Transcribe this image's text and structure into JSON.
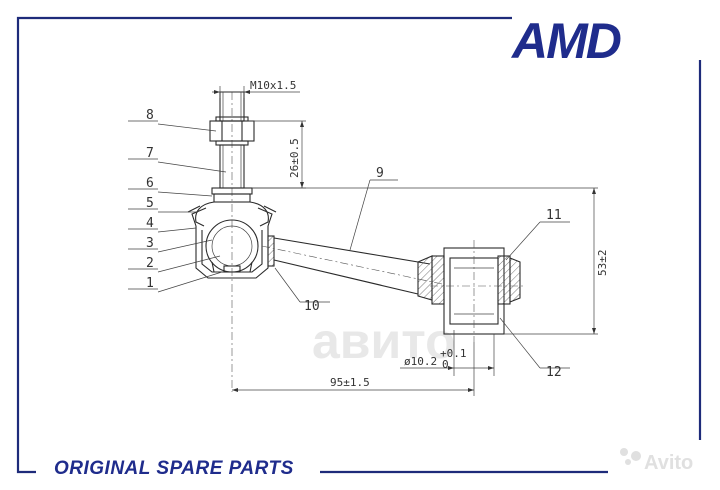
{
  "brand": {
    "logo_text": "AMD",
    "color": "#1f2c8c"
  },
  "footer": {
    "text": "ORIGINAL SPARE PARTS"
  },
  "watermark": {
    "center_text": "авито",
    "corner_text": "Avito"
  },
  "drawing": {
    "part_numbers": [
      "1",
      "2",
      "3",
      "4",
      "5",
      "6",
      "7",
      "8",
      "9",
      "10",
      "11",
      "12"
    ],
    "dimensions": {
      "thread": "M10x1.5",
      "stud_length": "26±0.5",
      "height": "53±2",
      "length": "95±1.5",
      "bore_main": "ø10.2",
      "bore_tol_upper": "+0.1",
      "bore_tol_lower": "0"
    }
  }
}
